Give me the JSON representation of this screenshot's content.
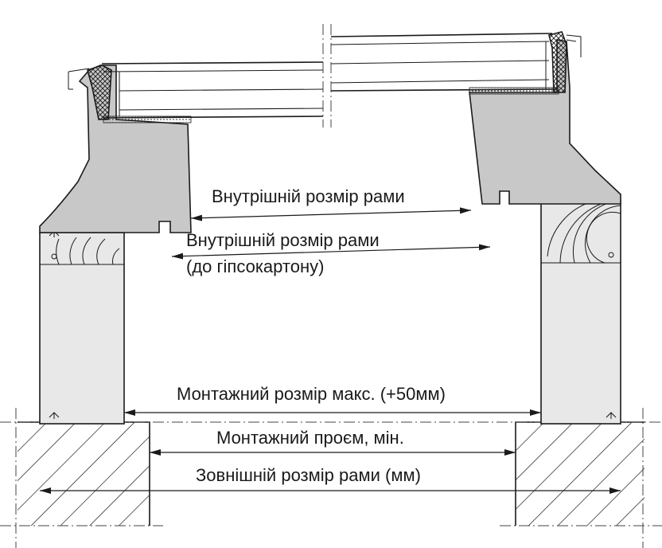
{
  "labels": {
    "inner_frame": "Внутрішній розмір рами",
    "inner_frame_drywall_line1": "Внутрішній розмір рами",
    "inner_frame_drywall_line2": "(до гіпсокартону)",
    "mounting_max": "Монтажний розмір макс. (+50мм)",
    "mounting_opening_min": "Монтажний проєм, мін.",
    "outer_frame": "Зовнішній розмір рами (мм)"
  },
  "colors": {
    "line": "#1a1a1a",
    "frame_fill": "#c8c8c8",
    "wall_fill": "#e8e8e8",
    "background": "#ffffff"
  }
}
